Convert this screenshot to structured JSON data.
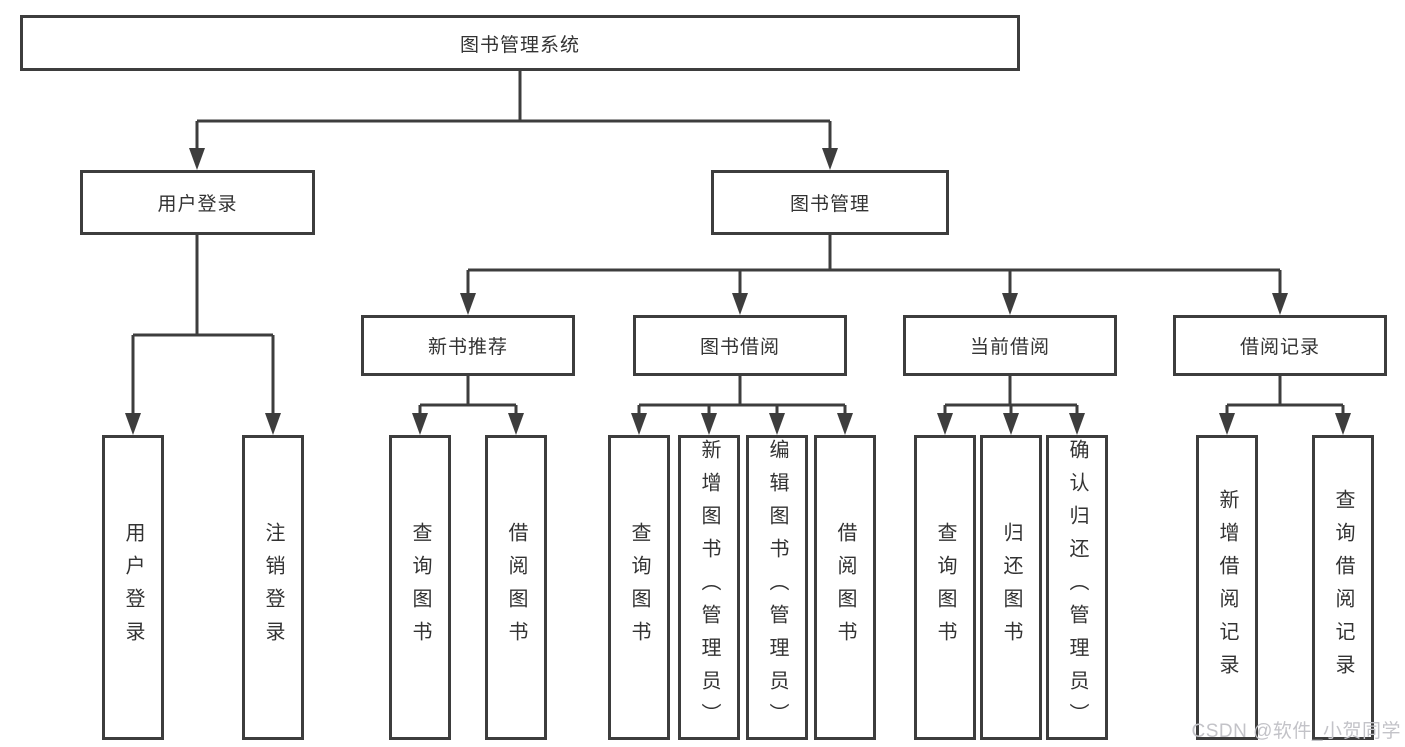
{
  "nodes": {
    "root": "图书管理系统",
    "user_login": "用户登录",
    "book_management": "图书管理",
    "new_book_recommend": "新书推荐",
    "book_borrow": "图书借阅",
    "current_borrow": "当前借阅",
    "borrow_record": "借阅记录",
    "leaf_user_login": "用户登录",
    "leaf_logout": "注销登录",
    "leaf_nbr_query_books": "查询图书",
    "leaf_nbr_borrow_books": "借阅图书",
    "leaf_bb_query_books": "查询图书",
    "leaf_bb_add_books": "新增图书（管理员）",
    "leaf_bb_edit_books": "编辑图书（管理员）",
    "leaf_bb_borrow_books": "借阅图书",
    "leaf_cb_query_books": "查询图书",
    "leaf_cb_return_books": "归还图书",
    "leaf_cb_confirm_return": "确认归还（管理员）",
    "leaf_br_add_record": "新增借阅记录",
    "leaf_br_query_record": "查询借阅记录"
  },
  "hierarchy": {
    "图书管理系统": {
      "用户登录": [
        "用户登录",
        "注销登录"
      ],
      "图书管理": {
        "新书推荐": [
          "查询图书",
          "借阅图书"
        ],
        "图书借阅": [
          "查询图书",
          "新增图书（管理员）",
          "编辑图书（管理员）",
          "借阅图书"
        ],
        "当前借阅": [
          "查询图书",
          "归还图书",
          "确认归还（管理员）"
        ],
        "借阅记录": [
          "新增借阅记录",
          "查询借阅记录"
        ]
      }
    }
  },
  "watermark": "CSDN @软件_小贺同学",
  "colors": {
    "line": "#3d3d3d",
    "text": "#333333",
    "background": "#ffffff",
    "watermark": "#c3c3c8"
  }
}
